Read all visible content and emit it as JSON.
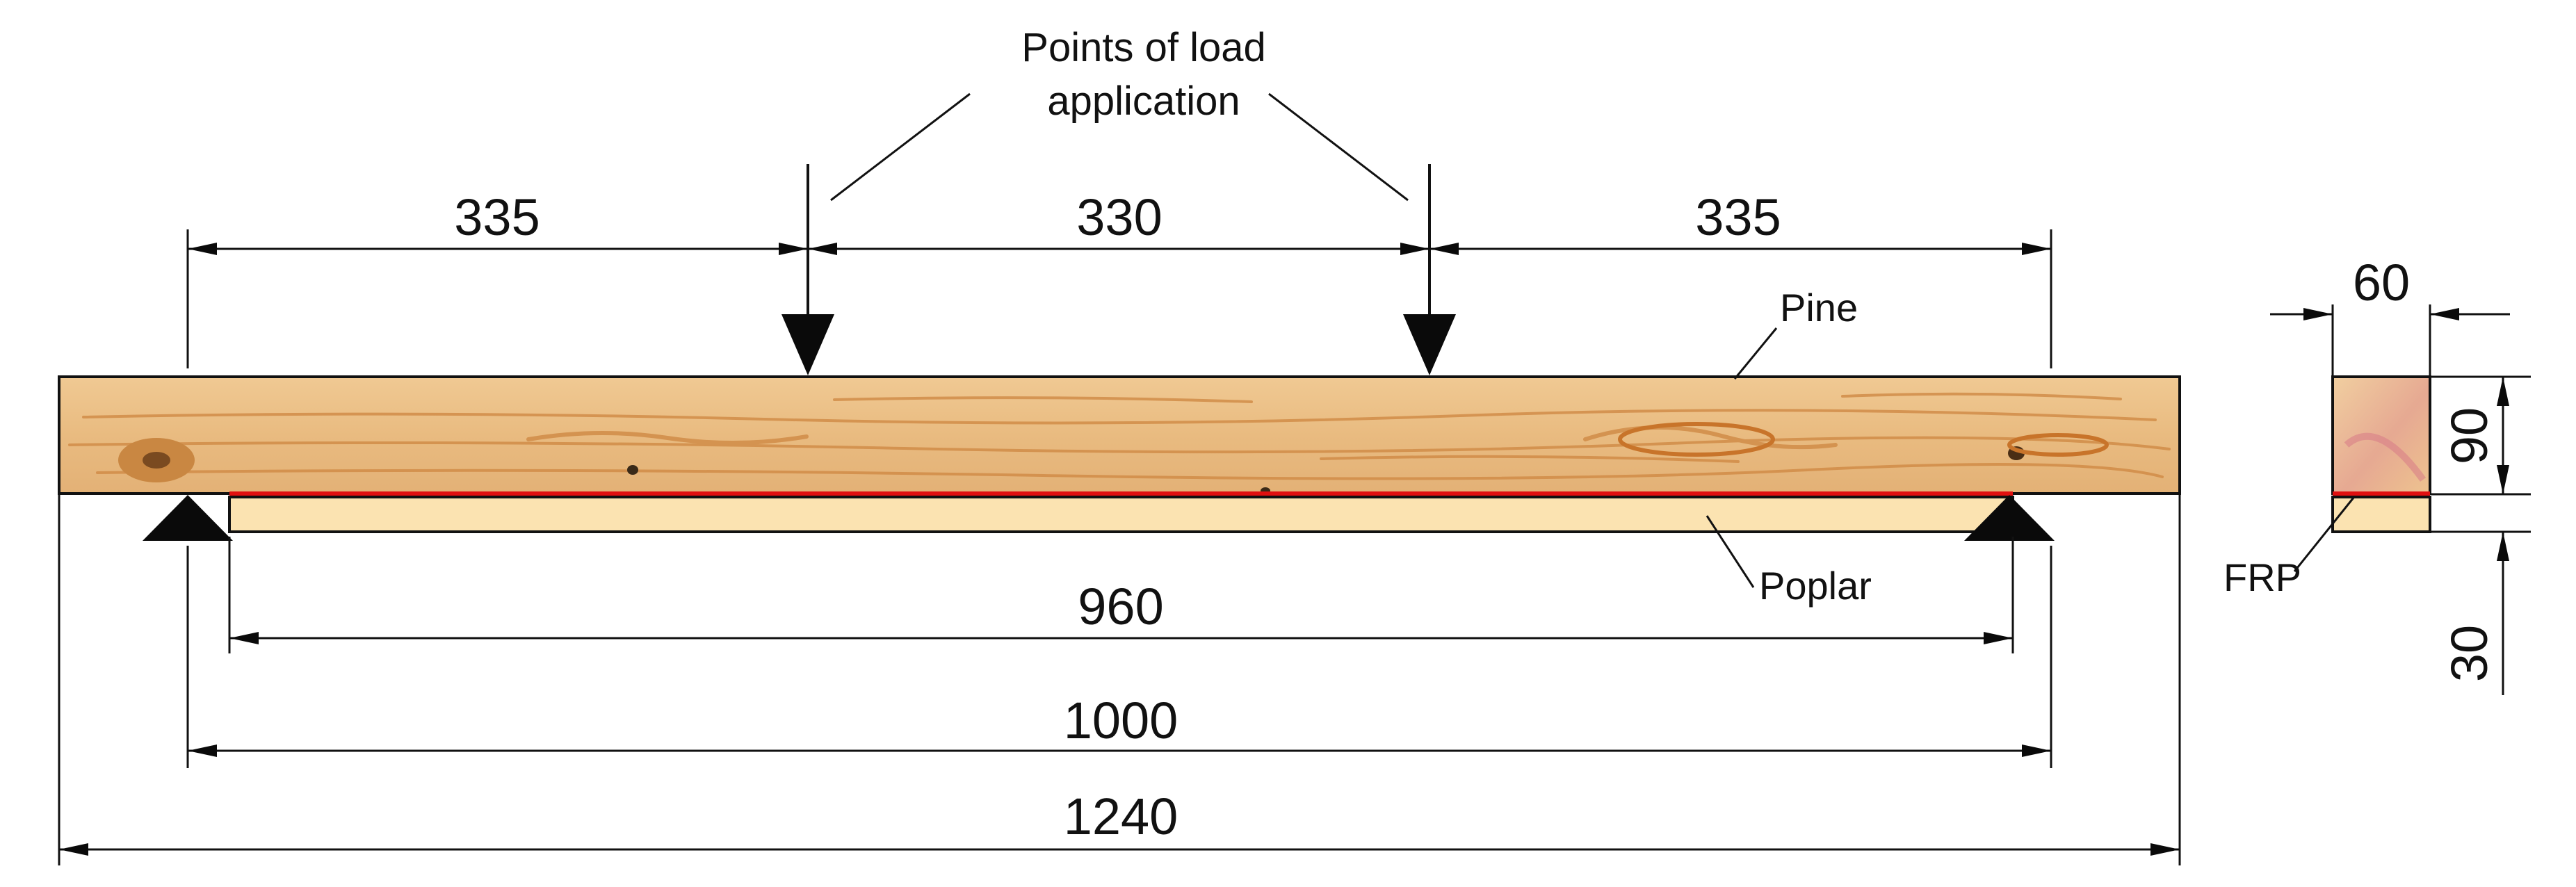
{
  "annotations": {
    "load_points_line1": "Points of load",
    "load_points_line2": "application",
    "pine": "Pine",
    "poplar": "Poplar",
    "frp": "FRP"
  },
  "dimensions": {
    "segment_left": "335",
    "segment_middle": "330",
    "segment_right": "335",
    "poplar_length": "960",
    "support_span": "1000",
    "total_length": "1240",
    "section_width": "60",
    "pine_depth": "90",
    "poplar_depth": "30"
  },
  "colors": {
    "pine_wood": "#e9bc83",
    "pine_grain": "#d5904b",
    "poplar_wood": "#fbe3b1",
    "frp_layer": "#e01010",
    "lines": "#111111"
  }
}
